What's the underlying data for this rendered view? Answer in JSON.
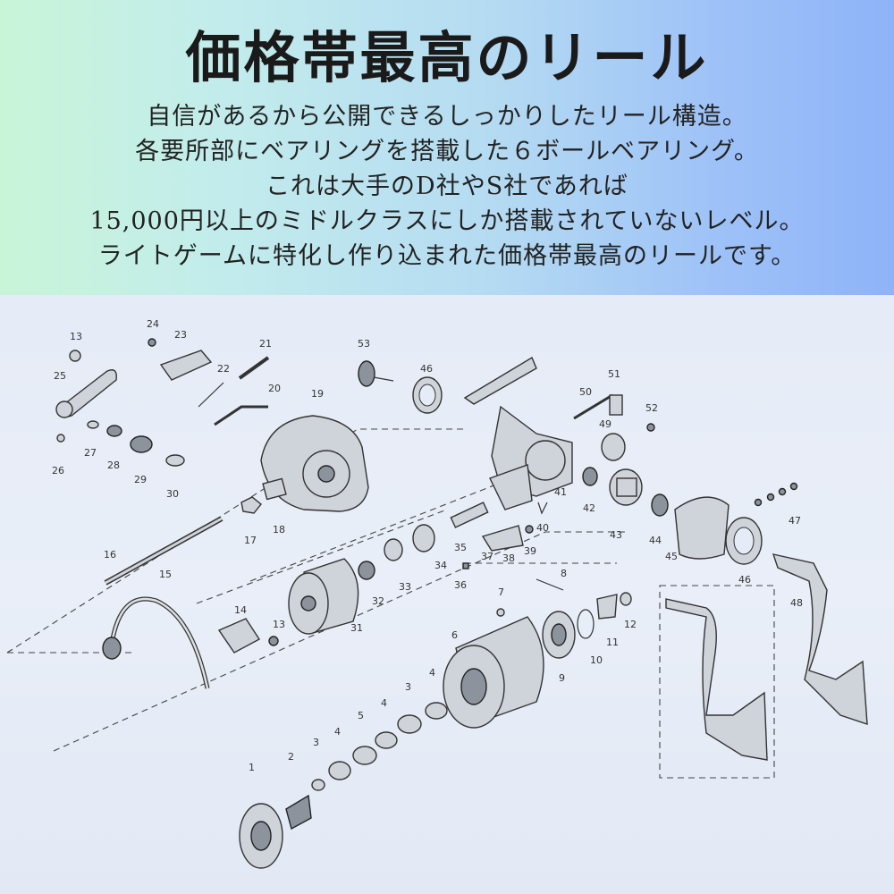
{
  "header": {
    "title": "価格帯最高のリール",
    "lines": [
      "自信があるから公開できるしっかりしたリール構造。",
      "各要所部にベアリングを搭載した６ボールベアリング。",
      "これは大手のD社やS社であれば",
      "15,000円以上のミドルクラスにしか搭載されていないレベル。",
      "ライトゲームに特化し作り込まれた価格帯最高のリールです。"
    ]
  },
  "diagram": {
    "part_numbers": {
      "p1": "1",
      "p2": "2",
      "p3": "3",
      "p4": "4",
      "p5": "5",
      "p4b": "4",
      "p3b": "3",
      "p4c": "4",
      "p6": "6",
      "p7": "7",
      "p8": "8",
      "p9": "9",
      "p10": "10",
      "p11": "11",
      "p12": "12",
      "p13": "13",
      "p13b": "13",
      "p14": "14",
      "p15": "15",
      "p16": "16",
      "p17": "17",
      "p18": "18",
      "p19": "19",
      "p20": "20",
      "p21": "21",
      "p22": "22",
      "p23": "23",
      "p24": "24",
      "p25": "25",
      "p26": "26",
      "p27": "27",
      "p28": "28",
      "p29": "29",
      "p30": "30",
      "p31": "31",
      "p32": "32",
      "p33": "33",
      "p34": "34",
      "p35": "35",
      "p36": "36",
      "p37": "37",
      "p38": "38",
      "p39": "39",
      "p40": "40",
      "p41": "41",
      "p42": "42",
      "p43": "43",
      "p44": "44",
      "p45": "45",
      "p46": "46",
      "p46b": "46",
      "p47": "47",
      "p48": "48",
      "p49": "49",
      "p50": "50",
      "p51": "51",
      "p52": "52",
      "p53": "53"
    }
  }
}
